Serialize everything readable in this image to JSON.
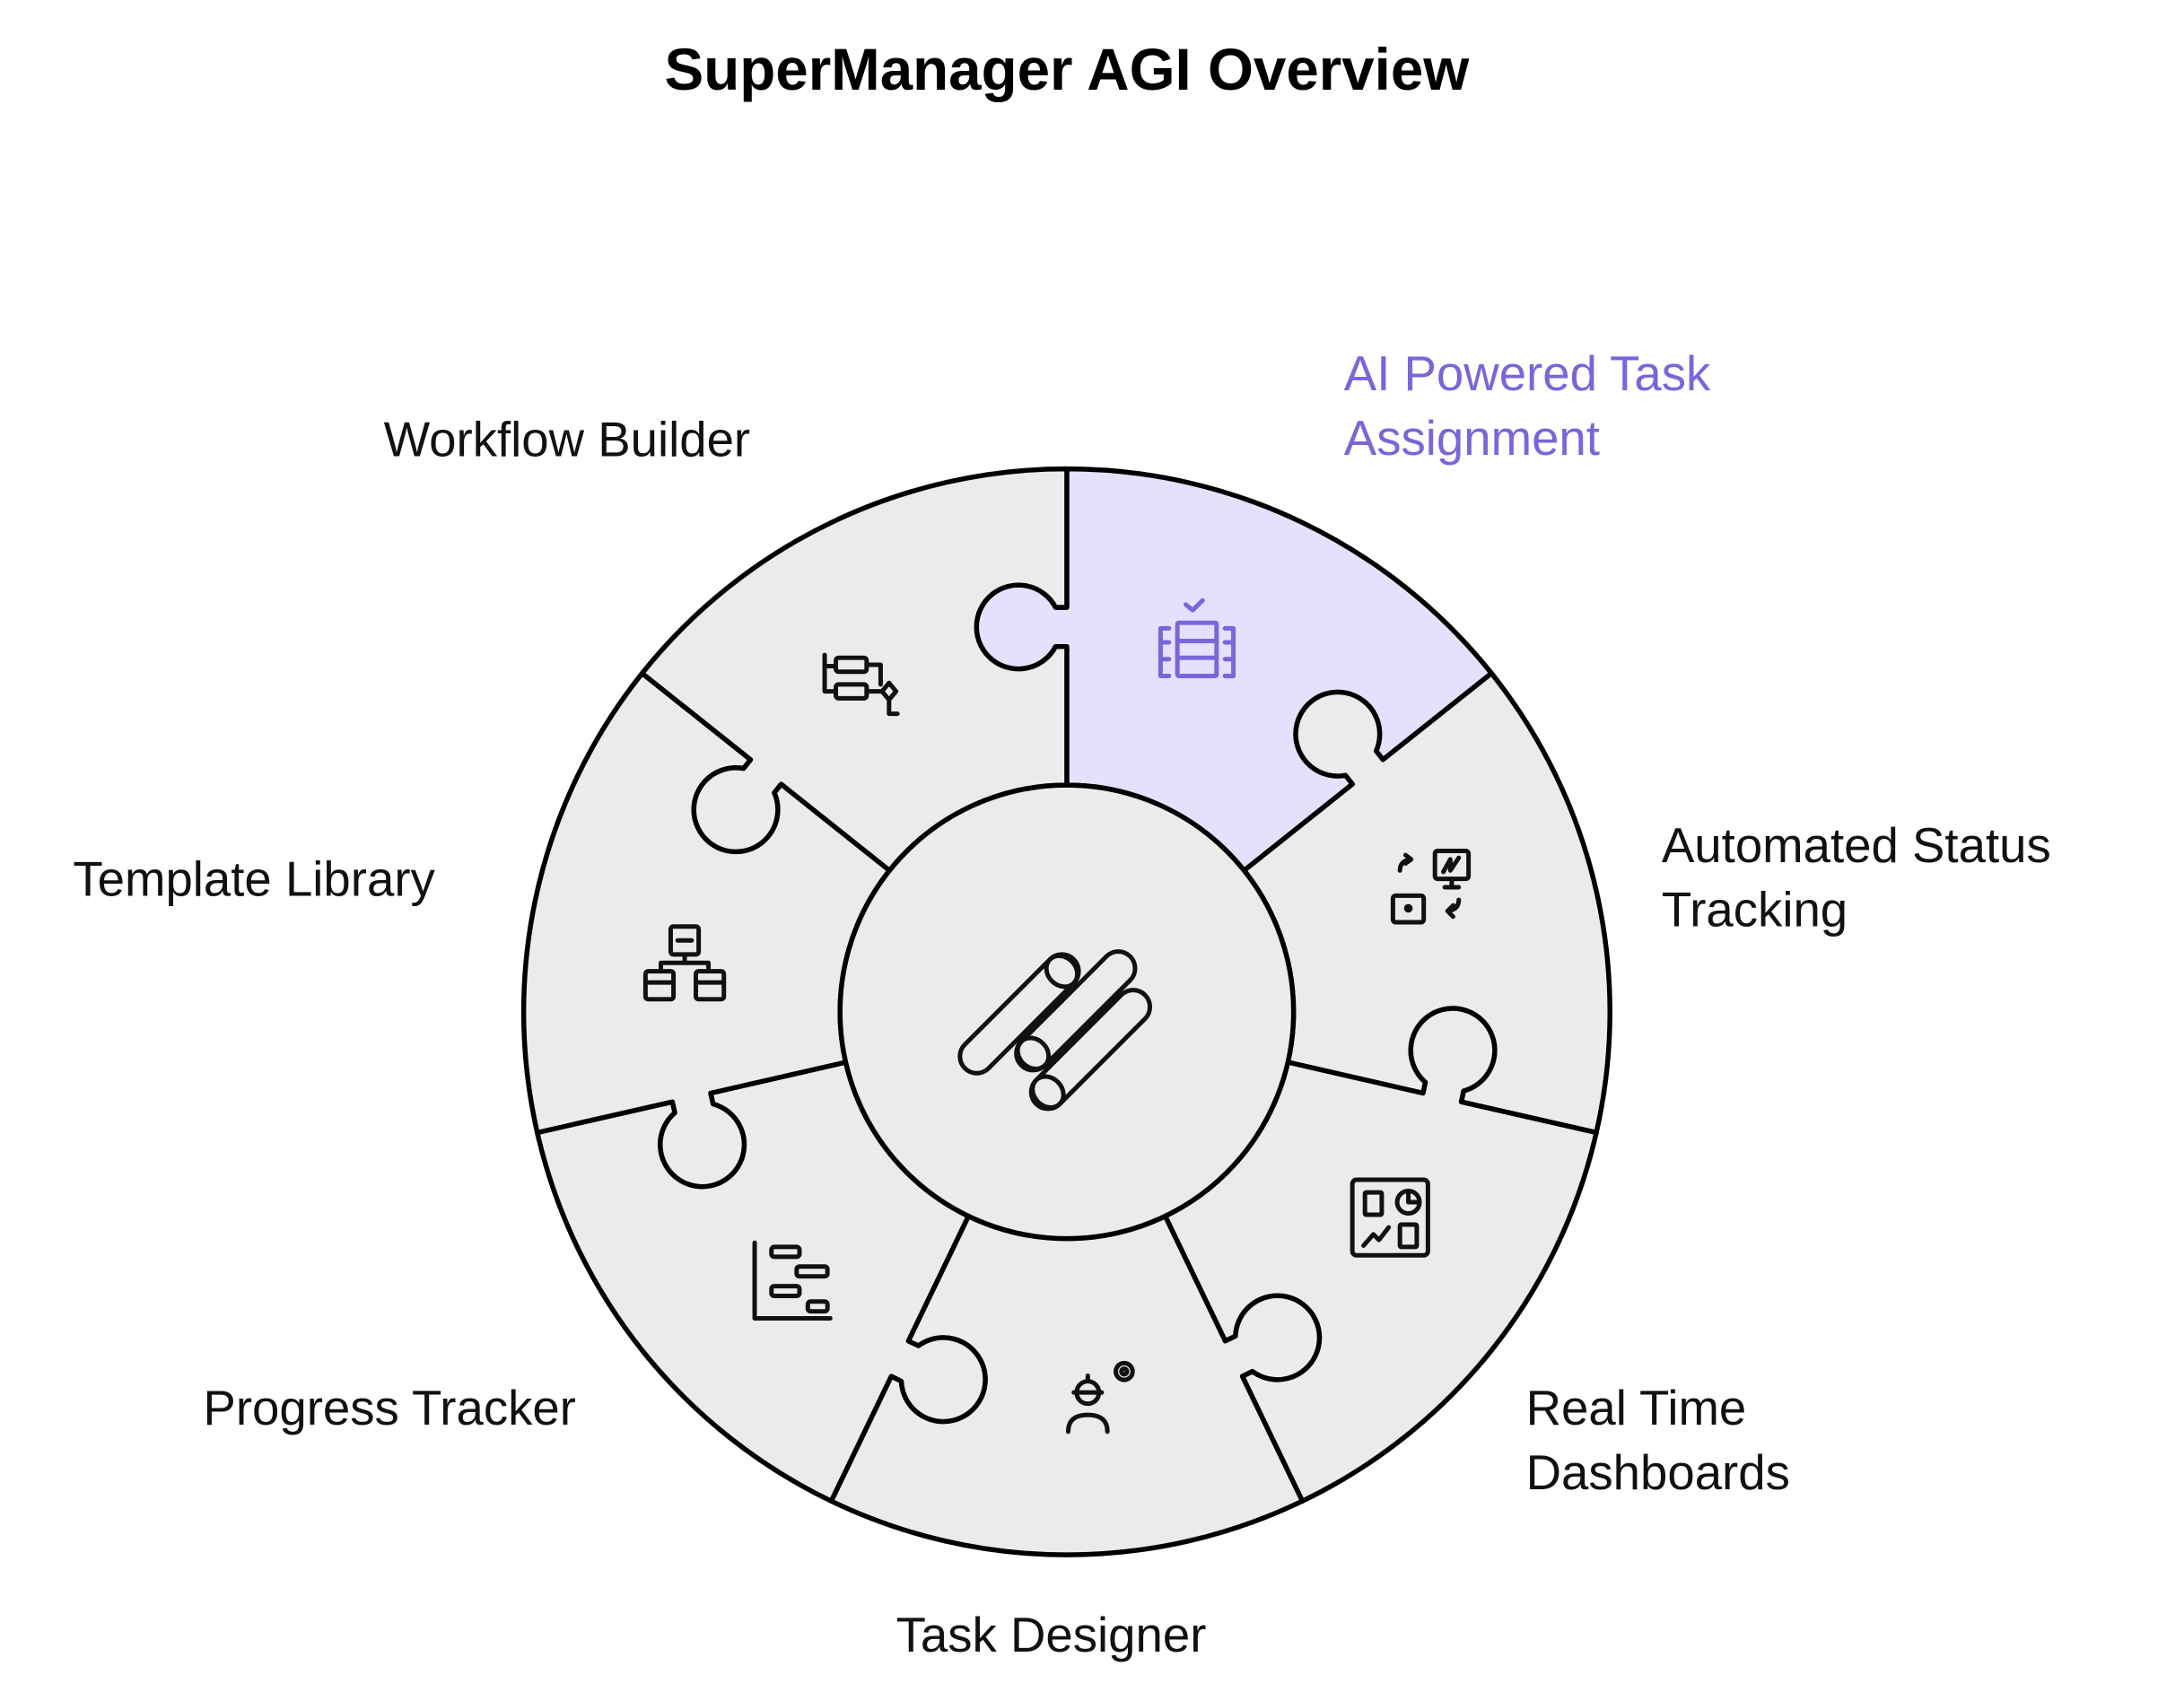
{
  "title": "SuperManager AGI Overview",
  "colors": {
    "segment_fill": "#ebebeb",
    "highlight_fill": "#e5e0fe",
    "highlight_text": "#7a66d8",
    "stroke": "#000000"
  },
  "segments": [
    {
      "label_lines": [
        "AI Powered Task",
        "Assignment"
      ],
      "icon": "task-assignment-icon",
      "highlighted": true
    },
    {
      "label_lines": [
        "Automated Status",
        "Tracking"
      ],
      "icon": "status-tracking-icon",
      "highlighted": false
    },
    {
      "label_lines": [
        "Real Time",
        "Dashboards"
      ],
      "icon": "dashboard-icon",
      "highlighted": false
    },
    {
      "label_lines": [
        "Task Designer"
      ],
      "icon": "designer-icon",
      "highlighted": false
    },
    {
      "label_lines": [
        "Progress Tracker"
      ],
      "icon": "gantt-chart-icon",
      "highlighted": false
    },
    {
      "label_lines": [
        "Template Library"
      ],
      "icon": "hierarchy-icon",
      "highlighted": false
    },
    {
      "label_lines": [
        "Workflow Builder"
      ],
      "icon": "workflow-icon",
      "highlighted": false
    }
  ],
  "center_icon": "supermanager-logo-icon"
}
